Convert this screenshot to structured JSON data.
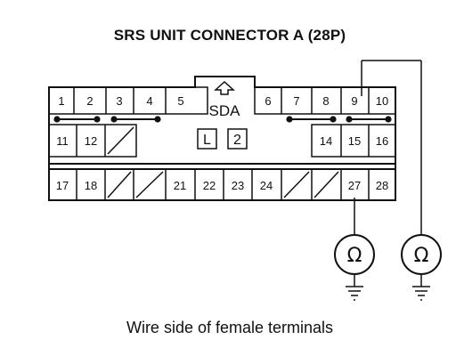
{
  "title": "SRS UNIT CONNECTOR A (28P)",
  "caption": "Wire side of female terminals",
  "connector": {
    "lock_label": "SDA",
    "marks": [
      "L",
      "2"
    ],
    "rows": [
      [
        "1",
        "2",
        "3",
        "4",
        "5",
        "6",
        "7",
        "8",
        "9",
        "10"
      ],
      [
        "11",
        "12",
        "14",
        "15",
        "16"
      ],
      [
        "17",
        "18",
        "21",
        "22",
        "23",
        "24",
        "27",
        "28"
      ]
    ]
  },
  "meters": [
    {
      "symbol": "Ω",
      "probe": "27"
    },
    {
      "symbol": "Ω",
      "probe": "9"
    }
  ]
}
